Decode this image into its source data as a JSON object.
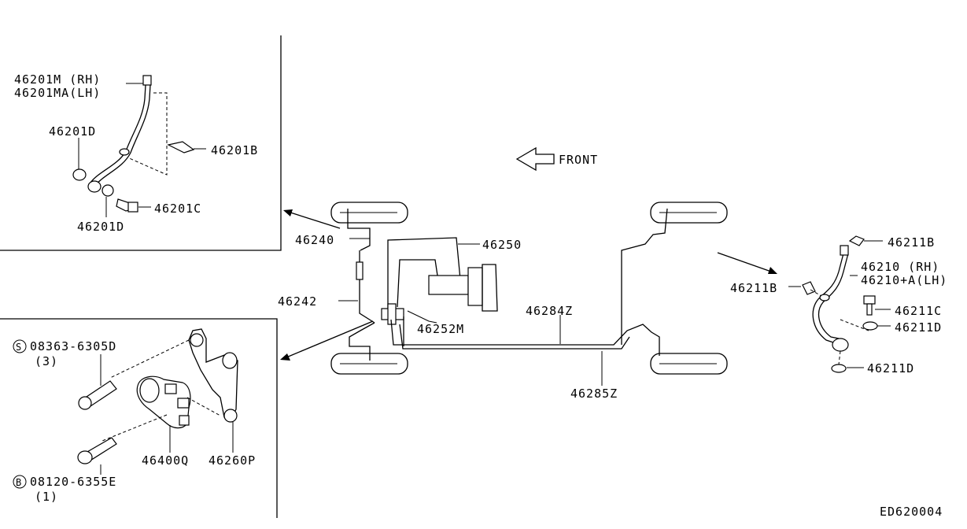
{
  "front_label": "FRONT",
  "diagram_id": "ED620004",
  "callouts": {
    "p46201M": "46201M (RH)",
    "p46201MA": "46201MA(LH)",
    "p46201D_top": "46201D",
    "p46201B": "46201B",
    "p46201C": "46201C",
    "p46201D_bottom": "46201D",
    "p46240": "46240",
    "p46250": "46250",
    "p46242": "46242",
    "p46252M": "46252M",
    "p46284Z": "46284Z",
    "p46285Z": "46285Z",
    "p46211B_top": "46211B",
    "p46210": "46210  (RH)",
    "p46210A": "46210+A(LH)",
    "p46211B_left": "46211B",
    "p46211C": "46211C",
    "p46211D_mid": "46211D",
    "p46211D_bottom": "46211D",
    "p08363": "08363-6305D",
    "p08363_qty": "(3)",
    "p08363_prefix": "S",
    "p46400Q": "46400Q",
    "p46260P": "46260P",
    "p08120": "08120-6355E",
    "p08120_qty": "(1)",
    "p08120_prefix": "B"
  }
}
